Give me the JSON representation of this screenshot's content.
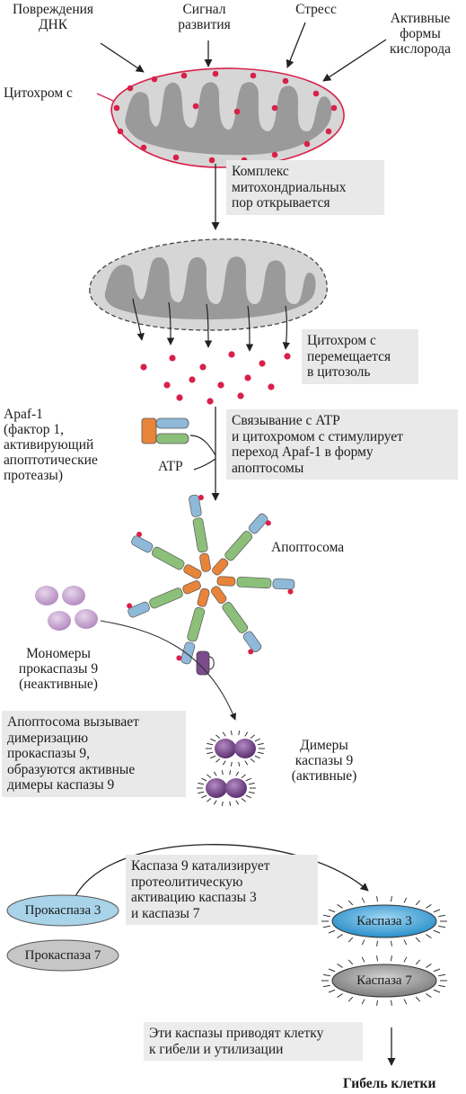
{
  "causes": {
    "dna_damage": "Повреждения\nДНК",
    "dev_signal": "Сигнал\nразвития",
    "stress": "Стресс",
    "ros": "Активные\nформы\nкислорода"
  },
  "labels": {
    "cytochrome_c": "Цитохром c",
    "apaf1": "Apaf-1\n(фактор 1,\nактивирующий\nапоптотические\nпротеазы)",
    "atp": "ATP",
    "apoptosome": "Апоптосома",
    "procaspase9_monomers": "Мономеры\nпрокаспазы 9\n(неактивные)",
    "caspase9_dimers": "Димеры\nкаспазы 9\n(активные)",
    "cell_death": "Гибель клетки"
  },
  "boxes": {
    "pore_opens": "Комплекс\nмитохондриальных\nпор открывается",
    "cyt_moves": "Цитохром c\nперемещается\nв цитозоль",
    "atp_binding": "Связывание с ATP\nи цитохромом c стимулирует\nпереход Apaf-1 в форму\nапоптосомы",
    "dimerization": "Апоптосома вызывает\nдимеризацию\nпрокаспазы 9,\nобразуются активные\nдимеры каспазы 9",
    "caspase9_catalyzes": "Каспаза 9 катализирует\nпротеолитическую\nактивацию каспазы 3\nи каспазы 7",
    "caspases_kill": "Эти каспазы приводят клетку\nк гибели и утилизации"
  },
  "pills": {
    "procaspase3": "Прокаспаза 3",
    "procaspase7": "Прокаспаза 7",
    "caspase3": "Каспаза 3",
    "caspase7": "Каспаза 7"
  },
  "colors": {
    "cytochrome_dot": "#d8204a",
    "mito_fill": "#d6d6d6",
    "cristae": "#9a9a9a",
    "procaspase3": "#a9d3e8",
    "caspase3": "#3aa6de",
    "procaspase7": "#c6c6c6",
    "caspase7": "#9a9a9a",
    "caspase9": "#7b4b8c",
    "monomer": "#c9a8d2",
    "orange": "#e8843a",
    "green": "#8cc07a",
    "blue": "#8fb9d8"
  }
}
